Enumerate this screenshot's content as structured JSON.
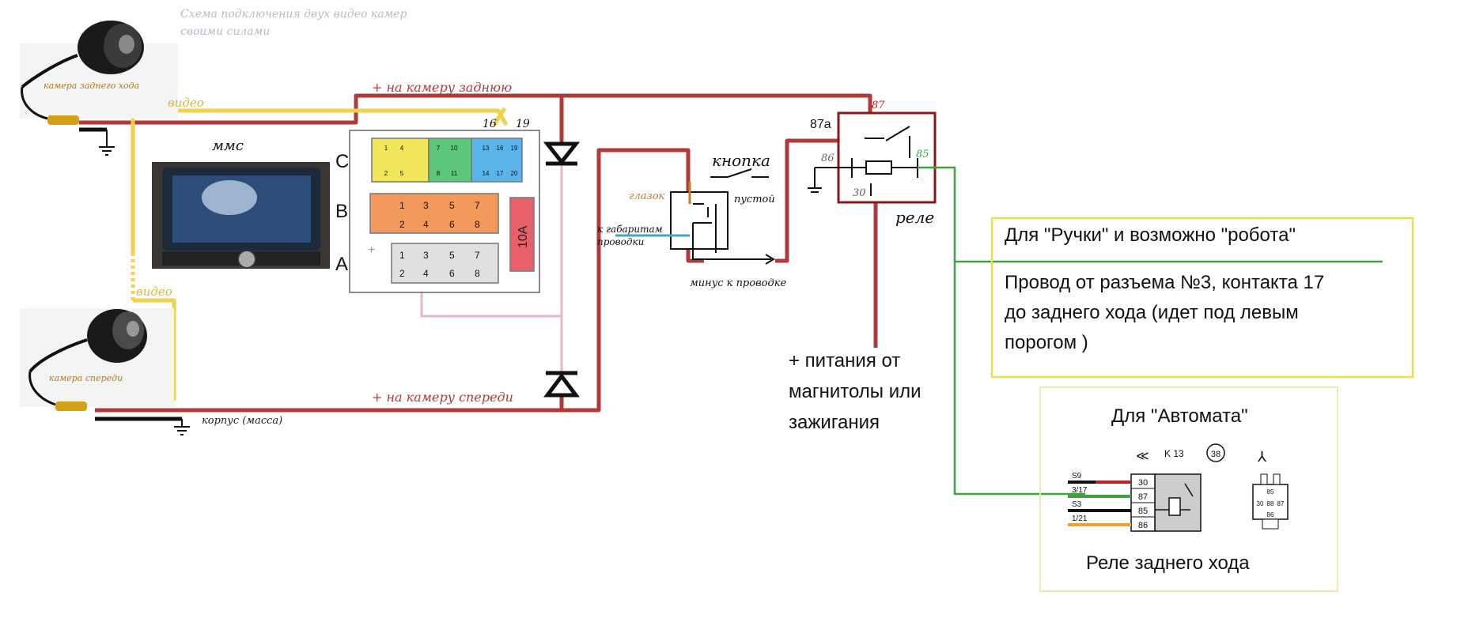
{
  "header": {
    "title_line1": "Схема подключения двух видео камер",
    "title_line2": "своими силами"
  },
  "cameras": {
    "rear_label": "камера заднего хода",
    "front_label": "камера спереди",
    "video_label": "видео",
    "ground_label": "корпус (масса)"
  },
  "wires": {
    "to_rear_camera": "+ на камеру заднюю",
    "to_front_camera": "+ на камеру спереди",
    "pin16": "16",
    "pin19": "19"
  },
  "headunit": {
    "label": "ммс",
    "row_c": "C",
    "row_b": "B",
    "row_a": "A",
    "fuse": "10A",
    "c_top": [
      "1",
      "4",
      "7",
      "10",
      "13",
      "16",
      "19"
    ],
    "c_bottom": [
      "2",
      "5",
      "8",
      "11",
      "14",
      "17",
      "20"
    ],
    "b_top": [
      "1",
      "3",
      "5",
      "7"
    ],
    "b_bottom": [
      "2",
      "4",
      "6",
      "8"
    ],
    "a_top": [
      "1",
      "3",
      "5",
      "7"
    ],
    "a_bottom": [
      "2",
      "4",
      "6",
      "8"
    ],
    "plus_sign": "+"
  },
  "button": {
    "title": "кнопка",
    "eye_label": "глазок",
    "empty_label": "пустой",
    "dimensions_line1": "к габаритам",
    "dimensions_line2": "проводки",
    "minus_label": "минус к проводке"
  },
  "relay": {
    "label": "реле",
    "pin87": "87",
    "pin87a": "87a",
    "pin86": "86",
    "pin85": "85",
    "pin30": "30"
  },
  "power_note": {
    "line1": "+ питания от",
    "line2": "магнитолы или",
    "line3": "зажигания"
  },
  "manual_box": {
    "title": "Для \"Ручки\" и возможно \"робота\"",
    "line1": "Провод от разъема №3, контакта 17",
    "line2": "до заднего хода (идет под левым",
    "line3": "порогом )"
  },
  "auto_box": {
    "title": "Для \"Автомата\"",
    "caption": "Реле заднего хода",
    "relay_code": "K 13",
    "circle_num": "38",
    "wire_labels": [
      "S9",
      "3/17",
      "S3",
      "1/21"
    ],
    "pins": [
      "30",
      "87",
      "85",
      "86"
    ],
    "connector_pins": [
      "85",
      "30",
      "88",
      "87",
      "86"
    ]
  },
  "colors": {
    "red_wire": "#b03a3a",
    "yellow_wire": "#f1d24a",
    "green_wire": "#3fa13f",
    "pink_wire": "#e6b8c4",
    "box_border": "#e8e04a",
    "connector_yellow": "#f2e65a",
    "connector_green": "#5cc77a",
    "connector_blue": "#5ab4e8",
    "connector_orange": "#f29a5c",
    "fuse_red": "#e8606a"
  }
}
